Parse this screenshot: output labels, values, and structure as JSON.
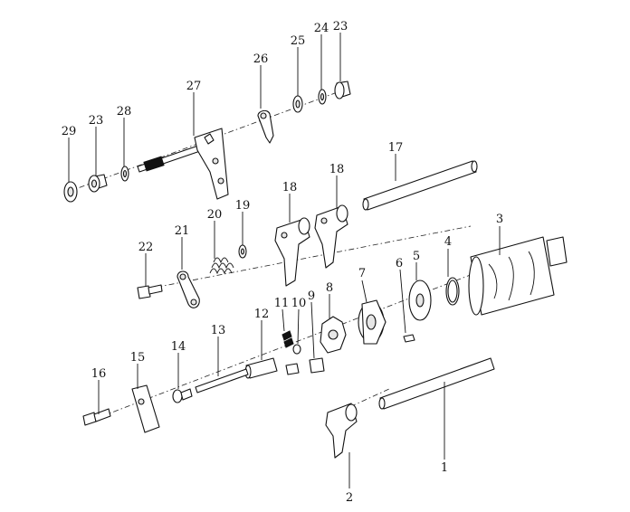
{
  "diagram": {
    "callouts": [
      "1",
      "2",
      "3",
      "4",
      "5",
      "6",
      "7",
      "8",
      "9",
      "10",
      "11",
      "12",
      "13",
      "14",
      "15",
      "16",
      "17",
      "18",
      "18",
      "19",
      "20",
      "21",
      "22",
      "23",
      "23",
      "24",
      "25",
      "26",
      "27",
      "28",
      "29"
    ],
    "accent_color": "#c0392b"
  }
}
